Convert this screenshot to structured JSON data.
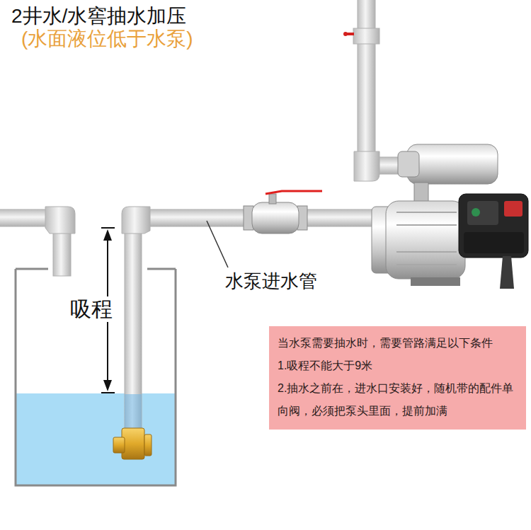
{
  "diagram": {
    "title": "2井水/水窖抽水加压",
    "nodes": [
      {
        "text": [
          "当水泵需要抽水时，需要管路满足以下条件",
          "1.吸程不能大于9米",
          "2.抽水之前在，进水口安装好，随机带的配件单向阀，必须把泵头里面，提前加满"
        ]
      }
    ],
    "labels": [
      "(水面液位低于水泵)",
      "吸程",
      "水泵进水管"
    ]
  }
}
